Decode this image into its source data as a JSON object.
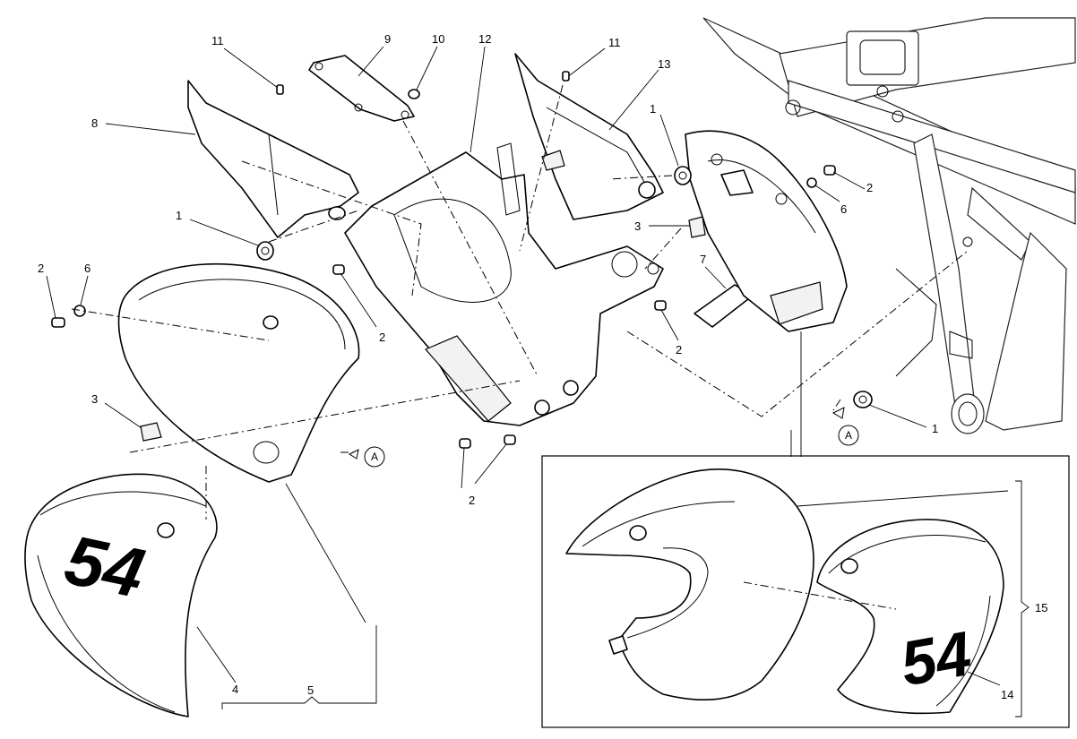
{
  "callouts": [
    {
      "id": "c11a",
      "text": "11"
    },
    {
      "id": "c9",
      "text": "9"
    },
    {
      "id": "c10",
      "text": "10"
    },
    {
      "id": "c12",
      "text": "12"
    },
    {
      "id": "c11b",
      "text": "11"
    },
    {
      "id": "c13",
      "text": "13"
    },
    {
      "id": "c8",
      "text": "8"
    },
    {
      "id": "c1a",
      "text": "1"
    },
    {
      "id": "c1b",
      "text": "1"
    },
    {
      "id": "c2a",
      "text": "2"
    },
    {
      "id": "c6a",
      "text": "6"
    },
    {
      "id": "c3a",
      "text": "3"
    },
    {
      "id": "c2b",
      "text": "2"
    },
    {
      "id": "c2c",
      "text": "2"
    },
    {
      "id": "c2d",
      "text": "2"
    },
    {
      "id": "c3b",
      "text": "3"
    },
    {
      "id": "c7",
      "text": "7"
    },
    {
      "id": "c2e",
      "text": "2"
    },
    {
      "id": "c6b",
      "text": "6"
    },
    {
      "id": "c1c",
      "text": "1"
    },
    {
      "id": "c4",
      "text": "4"
    },
    {
      "id": "c5",
      "text": "5"
    },
    {
      "id": "c14",
      "text": "14"
    },
    {
      "id": "c15",
      "text": "15"
    }
  ],
  "view_markers": {
    "left": "A",
    "right": "A"
  },
  "decal": {
    "number_left": "54",
    "number_right": "54"
  }
}
